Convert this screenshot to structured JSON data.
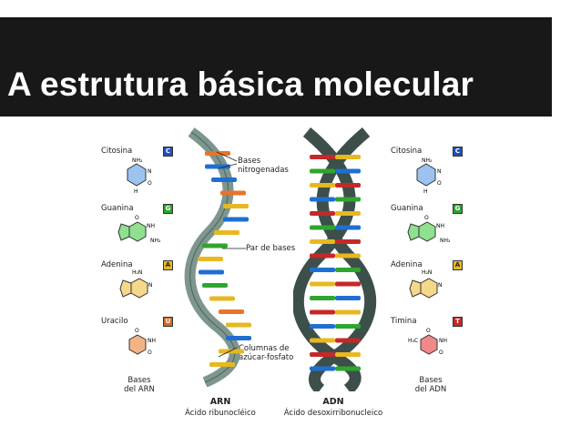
{
  "slide": {
    "title": "A estrutura básica molecular"
  },
  "left_column": {
    "bases": [
      {
        "name": "Citosina",
        "letter": "C",
        "color": "#1f4fbf"
      },
      {
        "name": "Guanina",
        "letter": "G",
        "color": "#2ea52e"
      },
      {
        "name": "Adenina",
        "letter": "A",
        "color": "#e8b820"
      },
      {
        "name": "Uracilo",
        "letter": "U",
        "color": "#d2691e"
      }
    ],
    "footer": "Bases\ndel ARN"
  },
  "right_column": {
    "bases": [
      {
        "name": "Citosina",
        "letter": "C",
        "color": "#1f4fbf"
      },
      {
        "name": "Guanina",
        "letter": "G",
        "color": "#2ea52e"
      },
      {
        "name": "Adenina",
        "letter": "A",
        "color": "#e8b820"
      },
      {
        "name": "Timina",
        "letter": "T",
        "color": "#c62828"
      }
    ],
    "footer": "Bases\ndel ADN"
  },
  "annotations": {
    "bases_nitrogenadas": "Bases\nnitrogenadas",
    "par_de_bases": "Par de bases",
    "columnas": "Columnas de\nazúcar-fosfato"
  },
  "molecule_atoms": {
    "nh2": "NH₂",
    "nh": "NH",
    "n": "N",
    "o": "O",
    "h": "H",
    "h2n": "H₂N",
    "h3c": "H₃C"
  },
  "helices": {
    "rna": {
      "title": "ARN",
      "subtitle": "Ácido ribunocléico"
    },
    "dna": {
      "title": "ADN",
      "subtitle": "Ácido desoxirribonucleico"
    }
  }
}
